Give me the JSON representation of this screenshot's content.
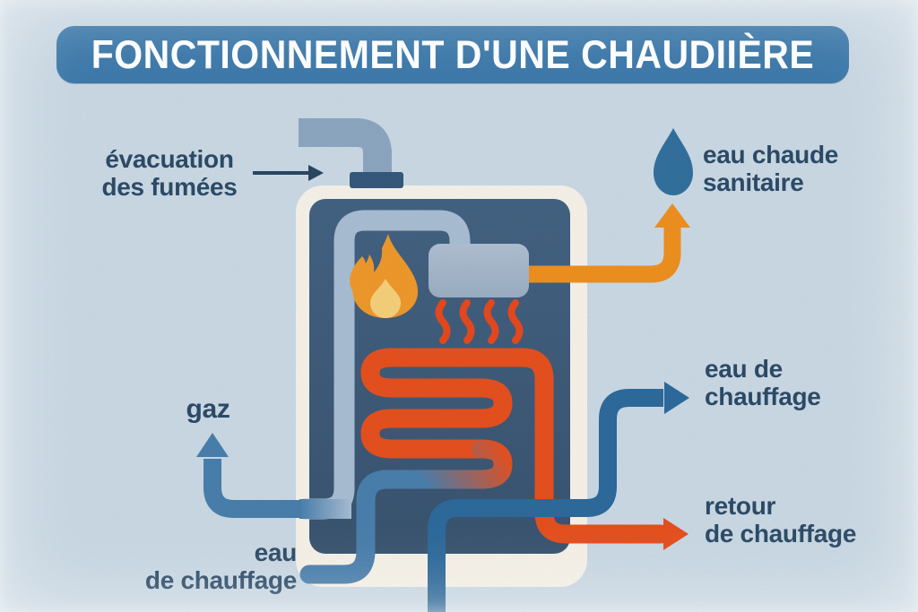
{
  "title": "FONCTIONNEMENT D'UNE CHAUDIIÈRE",
  "labels": {
    "flue": {
      "line1": "évacuation",
      "line2": "des fumées"
    },
    "hot_water": {
      "line1": "eau chaude",
      "line2": "sanitaire"
    },
    "gas": "gaz",
    "heating_out": {
      "line1": "eau de",
      "line2": "chauffage"
    },
    "heating_return": {
      "line1": "retour",
      "line2": "de chauffage"
    },
    "heating_in": {
      "line1": "eau",
      "line2": "de chauffage"
    }
  },
  "icons": {
    "water_drop_icon": "💧",
    "flame_icon": "🔥",
    "flue_pipe_icon": "⌐",
    "up_arrow_icon": "↑",
    "right_arrow_icon": "→"
  },
  "colors": {
    "background": "#ccdbe7",
    "banner": "#3b77a8",
    "title_text": "#fbfcfd",
    "label_text": "#2c4a66",
    "boiler_frame": "#f8f4eb",
    "boiler_panel": "#3f5d7c",
    "flue_gray": "#8ea8c3",
    "flue_collar": "#365a7d",
    "inner_pipe": "#aabfd5",
    "heat_exchanger": "#a6b7cb",
    "flame_outer": "#f09a2c",
    "flame_inner": "#f7d27c",
    "heat_waves": "#e84a1e",
    "coil_red": "#e8511f",
    "hot_water_orange": "#f09120",
    "gas_blue": "#4a80ae",
    "supply_blue": "#2e6b9d",
    "drop_blue": "#34719f"
  }
}
